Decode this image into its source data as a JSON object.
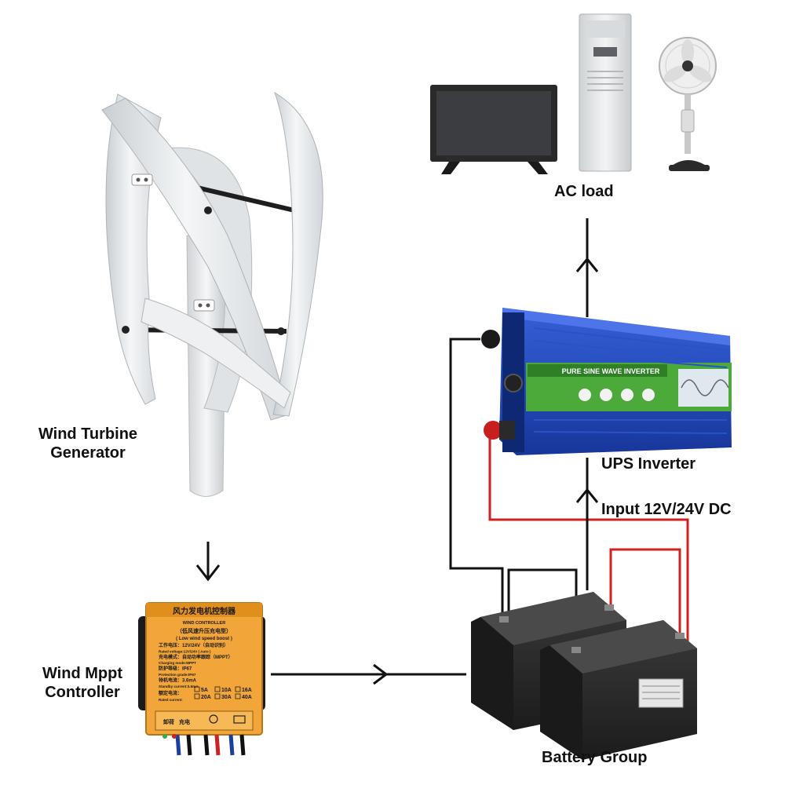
{
  "labels": {
    "wind_turbine": "Wind Turbine\nGenerator",
    "controller": "Wind Mppt\nController",
    "battery_group": "Battery Group",
    "ups_inverter": "UPS Inverter",
    "input_dc": "Input 12V/24V DC",
    "ac_load": "AC load"
  },
  "inverter_panel": {
    "title": "PURE SINE WAVE INVERTER"
  },
  "controller_panel": {
    "title_cn": "风力发电机控制器",
    "title_en": "WIND CONTROLLER",
    "subtitle_cn": "（低风速升压充电型）",
    "subtitle_en": "( Low wind speed boost )",
    "spec_lines": [
      "工作电压：12V/24V（自动识别）",
      "Rated voltage:12V/24V ( Auto )",
      "充电模式：自动功率跟踪（MPPT）",
      "Charging mode:MPPT",
      "防护等级：IP67",
      "Protection grade:IP67",
      "待机电流：3.6mA",
      "Standby current:3.6mA"
    ],
    "rated_current_cn": "额定电流：",
    "rated_current_en": "Rated current:",
    "current_options_row1": [
      "5A",
      "10A",
      "16A"
    ],
    "current_options_row2": [
      "20A",
      "30A",
      "40A"
    ],
    "bottom_labels": [
      "卸荷",
      "充电"
    ]
  },
  "colors": {
    "arrow": "#111111",
    "negative_wire": "#111111",
    "positive_wire": "#cc2222",
    "inverter_body": "#1f47b8",
    "inverter_panel": "#4caa3a",
    "controller_body": "#f2a63a",
    "battery_body": "#2a2a2a",
    "turbine_blade": "#e9ecee"
  }
}
